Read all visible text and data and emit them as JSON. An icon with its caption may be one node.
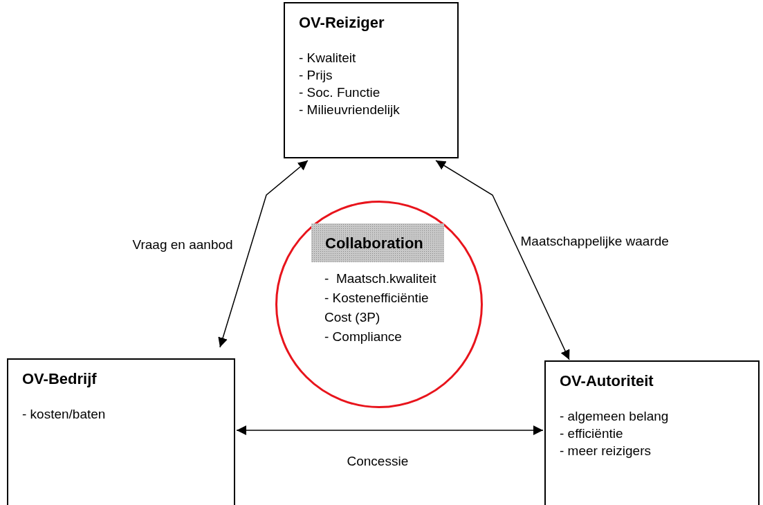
{
  "diagram": {
    "nodes": [
      {
        "text": [
          "OV-Reiziger",
          "- Kwaliteit",
          "- Prijs",
          "- Soc. Functie",
          "- Milieuvriendelijk"
        ]
      },
      {
        "text": [
          "OV-Bedrijf",
          "- kosten/baten"
        ]
      },
      {
        "text": [
          "OV-Autoriteit",
          "- algemeen belang",
          "- efficiëntie",
          "- meer reizigers"
        ]
      },
      {
        "text": [
          "Collaboration",
          "-  Maatsch.kwaliteit",
          "- Kostenefficiëntie Cost (3P)",
          "- Compliance"
        ]
      }
    ],
    "edges": [
      {
        "from": 0,
        "to": 1,
        "arrow": "both",
        "label": "Vraag en aanbod"
      },
      {
        "from": 0,
        "to": 2,
        "arrow": "both",
        "label": "Maatschappelijke waarde"
      },
      {
        "from": 1,
        "to": 2,
        "arrow": "both",
        "label": "Concessie"
      }
    ]
  }
}
